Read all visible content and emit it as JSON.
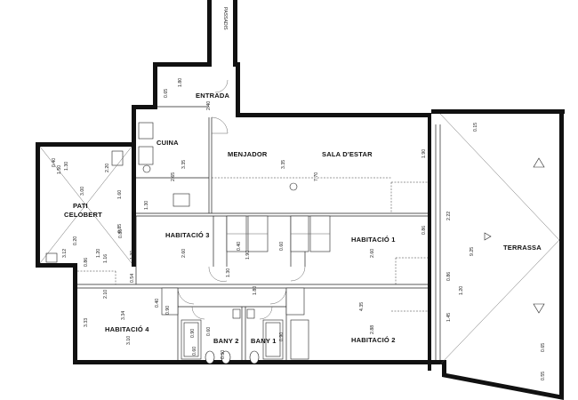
{
  "plan": {
    "rooms": {
      "entrada": "ENTRADA",
      "cuina": "CUINA",
      "menjador": "MENJADOR",
      "sala_estar": "SALA D'ESTAR",
      "pati_line1": "PATI",
      "pati_line2": "CELOBERT",
      "habitacio_3": "HABITACIÓ 3",
      "habitacio_1": "HABITACIÓ 1",
      "habitacio_4": "HABITACIÓ 4",
      "habitacio_2": "HABITACIÓ 2",
      "bany_2": "BANY 2",
      "bany_1": "BANY 1",
      "terrassa": "TERRASSA",
      "passadis": "PASSADIS"
    },
    "dimensions": {
      "entrada_w": "1.80",
      "entrada_h": "2.40",
      "entrada_side": "0.65",
      "cuina_h": "3.35",
      "cuina_h2": "2.65",
      "menjador_h": "3.35",
      "sala_w": "7.70",
      "sala_h": "1.90",
      "terrassa_top": "0.15",
      "terrassa_h": "9.25",
      "terrassa_mid": "2.22",
      "pati_a": "1.30",
      "pati_b": "1.50",
      "pati_c": "3.00",
      "pati_d": "2.20",
      "pati_e": "1.60",
      "pati_f": "0.40",
      "pati_g": "0.85",
      "pati_h": "1.16",
      "pati_i": "0.86",
      "pati_j": "1.20",
      "hab3_w": "1.30",
      "hab3_h": "2.60",
      "hab3_cl": "0.40",
      "hab1_cl": "0.60",
      "hab1_h": "2.60",
      "hab1_side": "0.86",
      "passage_w": "1.30",
      "corridor": "1.80",
      "hab4_a": "2.10",
      "hab4_h": "3.10",
      "hab4_left": "3.33",
      "hab4_b": "3.34",
      "hab4_c": "0.54",
      "hab2_h": "2.88",
      "hab2_b": "4.35",
      "hab2_c": "1.45",
      "bany_a": "0.90",
      "bany_b": "0.60",
      "bany_c": "0.90",
      "bany_d": "0.30",
      "bany_e": "0.60",
      "terr_a": "0.86",
      "terr_b": "1.20",
      "terr_c": "0.65",
      "terr_d": "0.55",
      "hab3_e": "0.85",
      "hab3_f": "1.30",
      "hab3_g": "1.90",
      "hab2_d": "0.40",
      "hab2_e": "0.90",
      "pati_k": "0.20",
      "pati_l": "3.12"
    }
  }
}
